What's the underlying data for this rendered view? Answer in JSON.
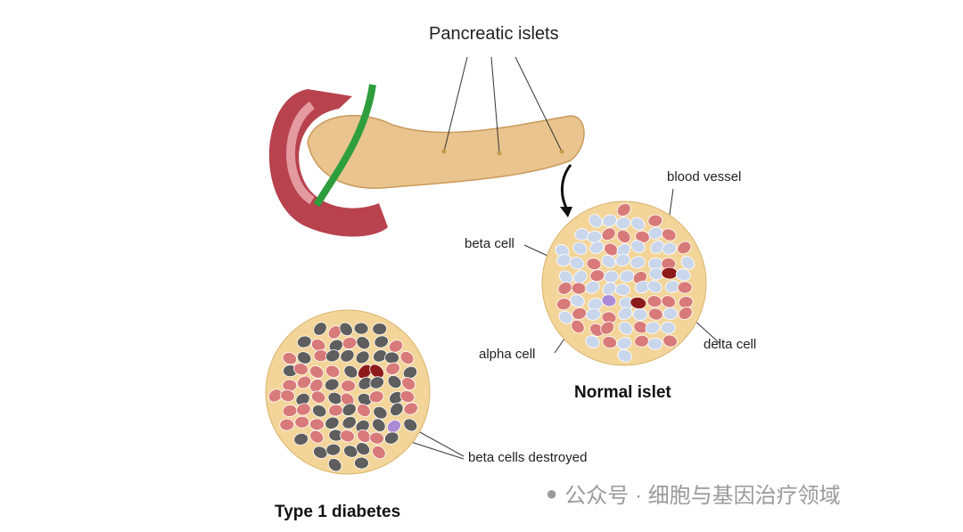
{
  "labels": {
    "pancreatic_islets": "Pancreatic islets",
    "blood_vessel": "blood vessel",
    "beta_cell": "beta cell",
    "alpha_cell": "alpha cell",
    "delta_cell": "delta cell",
    "normal_islet": "Normal islet",
    "beta_cells_destroyed": "beta cells destroyed",
    "type1_diabetes": "Type 1 diabetes"
  },
  "watermark": "公众号 · 细胞与基因治疗领域",
  "colors": {
    "pancreas": "#e9c48e",
    "duodenum": "#b8424e",
    "duct": "#2e9e3c",
    "beta": "#c9d6ec",
    "alpha": "#d97a7a",
    "delta": "#a98bd6",
    "vessel": "#8e1b1b",
    "destroyed": "#5e5e5e",
    "islet_bg": "#f3d59a"
  }
}
